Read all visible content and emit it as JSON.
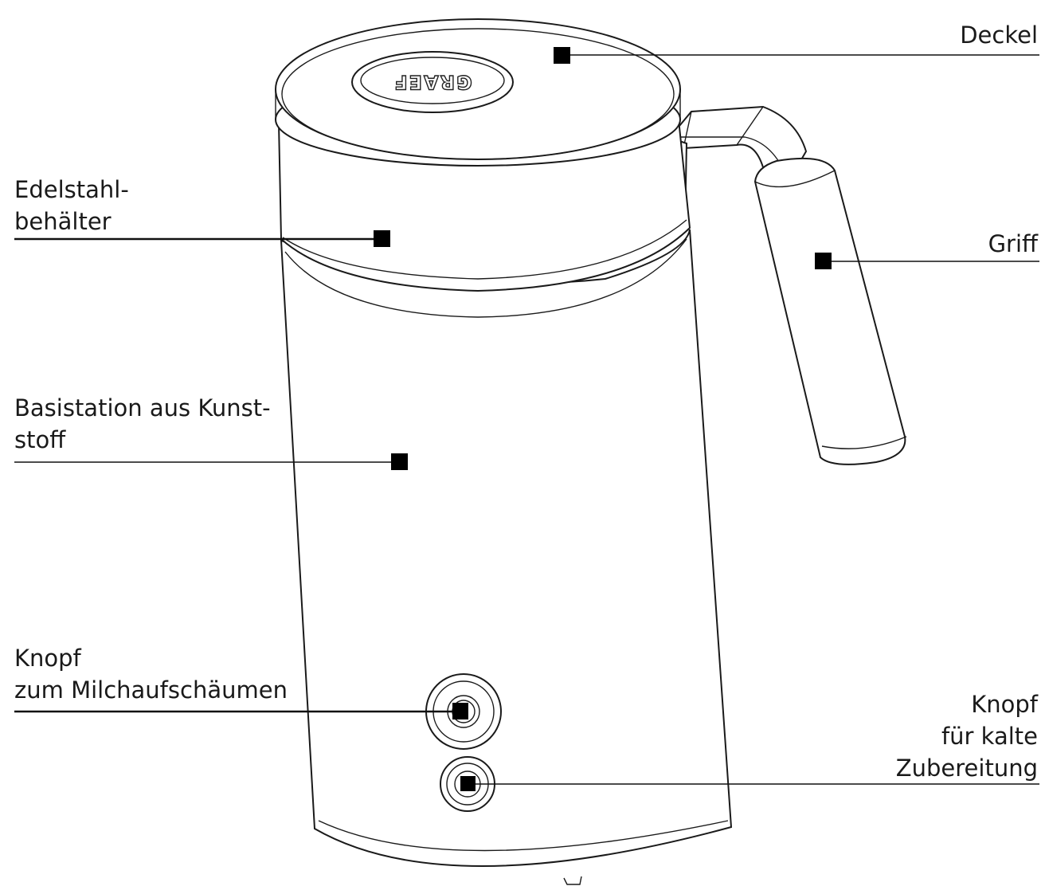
{
  "labels": {
    "deckel": "Deckel",
    "edelstahl_line1": "Edelstahl-",
    "edelstahl_line2": "behälter",
    "griff": "Griff",
    "basis_line1": "Basistation aus Kunst-",
    "basis_line2": "stoff",
    "knopf_milch_line1": "Knopf",
    "knopf_milch_line2": "zum Milchaufschäumen",
    "knopf_kalt_line1": "Knopf",
    "knopf_kalt_line2": "für kalte",
    "knopf_kalt_line3": "Zubereitung"
  },
  "logo_text": "GRAEF"
}
